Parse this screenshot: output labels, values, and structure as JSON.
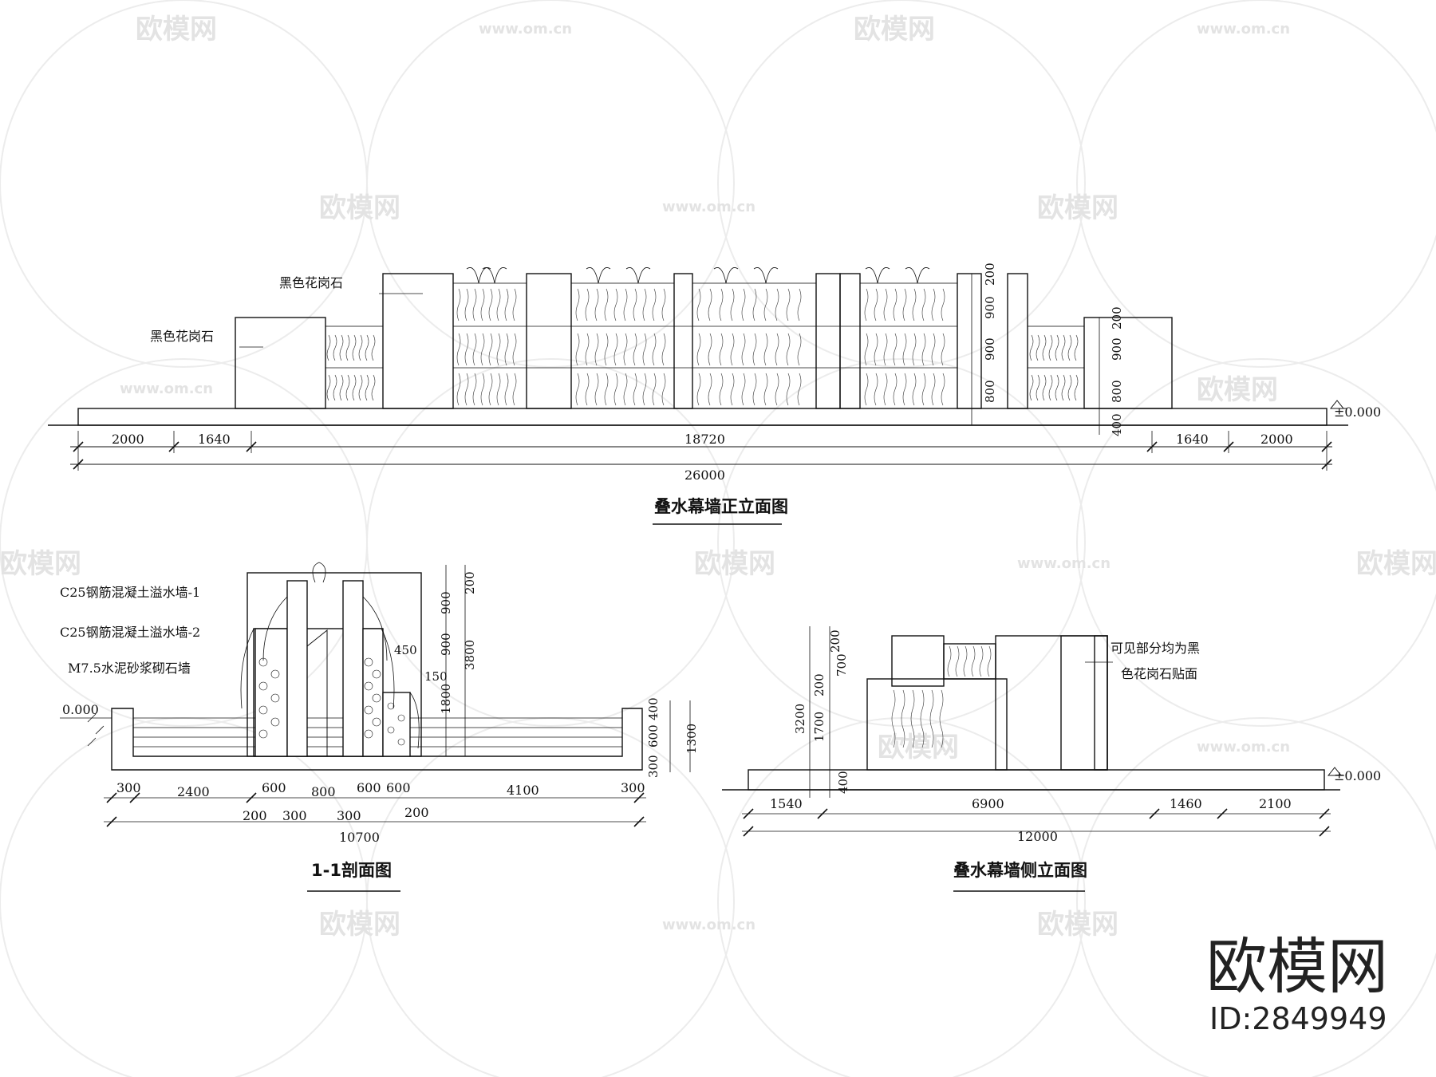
{
  "front_elevation": {
    "title": "叠水幕墙正立面图",
    "labels": {
      "granite_upper": "黑色花岗石",
      "granite_lower": "黑色花岗石",
      "level": "±0.000"
    },
    "dims_bottom": [
      "2000",
      "1640",
      "18720",
      "1640",
      "2000"
    ],
    "dim_total": "26000",
    "dims_vertical_a": [
      "200",
      "900",
      "900",
      "800"
    ],
    "dims_vertical_b": [
      "200",
      "900",
      "800",
      "400"
    ]
  },
  "section": {
    "title": "1-1剖面图",
    "labels": {
      "wall1": "C25钢筋混凝土溢水墙-1",
      "wall2": "C25钢筋混凝土溢水墙-2",
      "stone_wall": "M7.5水泥砂浆砌石墙",
      "level": "0.000"
    },
    "dims_right": [
      "200",
      "900",
      "900",
      "3800",
      "1800",
      "450",
      "150",
      "400",
      "600",
      "300",
      "1300"
    ],
    "dims_bottom_row1": [
      "300",
      "2400",
      "600",
      "800",
      "600",
      "600",
      "4100",
      "300"
    ],
    "dims_bottom_row2": [
      "200",
      "300",
      "300",
      "200"
    ],
    "dim_total": "10700"
  },
  "side_elevation": {
    "title": "叠水幕墙侧立面图",
    "note_line1": "可见部分均为黑",
    "note_line2": "色花岗石贴面",
    "level": "±0.000",
    "dims_left": [
      "200",
      "700",
      "200",
      "1700",
      "3200",
      "400"
    ],
    "dims_bottom": [
      "1540",
      "6900",
      "1460",
      "2100"
    ],
    "dim_total": "12000"
  },
  "watermark": {
    "brand": "欧模网",
    "url": "www.om.cn",
    "id": "ID:2849949"
  }
}
